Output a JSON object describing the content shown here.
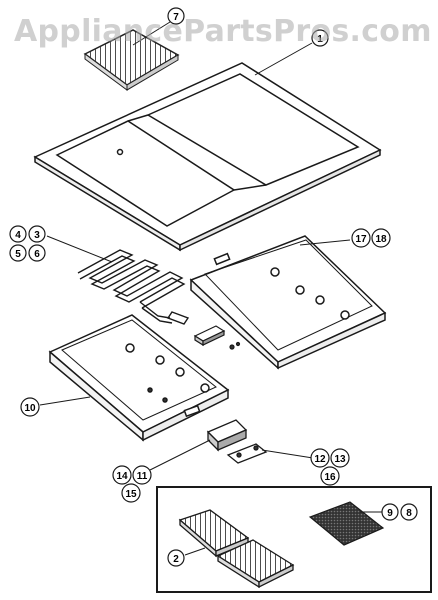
{
  "watermark": "AppliancePartsPros.com",
  "colors": {
    "line": "#1a1a1a",
    "fill": "#ffffff",
    "watermark": "#aaaaaa"
  },
  "callouts": {
    "grate_top": "7",
    "griddle_frame": "1",
    "element_a": "4",
    "element_b": "3",
    "element_c": "5",
    "element_d": "6",
    "pan_right_a": "17",
    "pan_right_b": "18",
    "pan_left": "10",
    "switch_a": "12",
    "switch_b": "13",
    "switch_c": "16",
    "bracket_a": "14",
    "bracket_b": "11",
    "bracket_c": "15",
    "grates_kit": "2",
    "filter_a": "9",
    "filter_b": "8"
  }
}
